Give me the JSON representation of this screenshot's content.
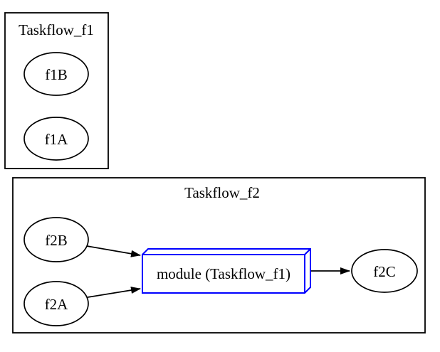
{
  "diagram": {
    "type": "graphviz-taskflow-graph",
    "background": "#ffffff",
    "colors": {
      "node_stroke": "#000000",
      "edge_color": "#000000",
      "cluster_border": "#000000",
      "module_stroke": "#0000ff",
      "text": "#000000"
    },
    "clusters": [
      {
        "title": "Taskflow_f1",
        "nodes": [
          {
            "label": "f1B",
            "shape": "ellipse"
          },
          {
            "label": "f1A",
            "shape": "ellipse"
          }
        ]
      },
      {
        "title": "Taskflow_f2",
        "nodes": [
          {
            "label": "f2B",
            "shape": "ellipse"
          },
          {
            "label": "f2A",
            "shape": "ellipse"
          },
          {
            "label": "f2C",
            "shape": "ellipse"
          }
        ],
        "module_node": {
          "label": "module (Taskflow_f1)",
          "shape": "box3d"
        }
      }
    ],
    "edges": [
      {
        "from": "f2B",
        "to": "module (Taskflow_f1)"
      },
      {
        "from": "f2A",
        "to": "module (Taskflow_f1)"
      },
      {
        "from": "module (Taskflow_f1)",
        "to": "f2C"
      }
    ]
  }
}
